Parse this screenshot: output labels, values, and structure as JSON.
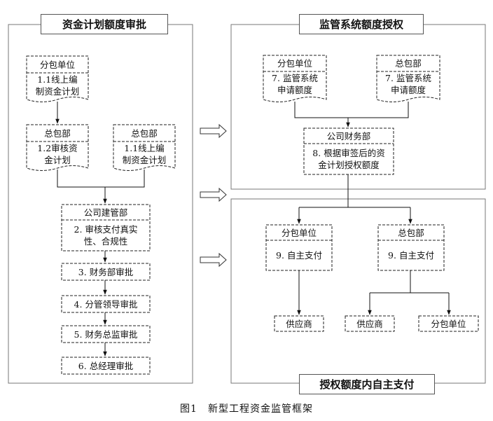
{
  "panels": {
    "left_title": "资金计划额度审批",
    "top_right_title": "监管系统额度授权",
    "bottom_right_title": "授权额度内自主支付"
  },
  "left": {
    "sub1_head": "分包单位",
    "sub1_body": "1.1线上编\n制资金计划",
    "gc1_head": "总包部",
    "gc1_body": "1.2审核资\n金计划",
    "gc2_head": "总包部",
    "gc2_body": "1.1线上编\n制资金计划",
    "cm_head": "公司建管部",
    "cm_body": "2. 审核支付真实\n性、合规性",
    "step3": "3. 财务部审批",
    "step4": "4. 分管领导审批",
    "step5": "5. 财务总监审批",
    "step6": "6. 总经理审批"
  },
  "top_right": {
    "sub_head": "分包单位",
    "sub_body": "7. 监管系统\n申请额度",
    "gc_head": "总包部",
    "gc_body": "7. 监管系统\n申请额度",
    "fin_head": "公司财务部",
    "fin_body": "8. 根据审签后的资\n金计划授权额度"
  },
  "bottom_right": {
    "sub_head": "分包单位",
    "sub_body": "9. 自主支付",
    "gc_head": "总包部",
    "gc_body": "9. 自主支付",
    "out1": "供应商",
    "out2": "供应商",
    "out3": "分包单位"
  },
  "caption": "图1　新型工程资金监管框架"
}
